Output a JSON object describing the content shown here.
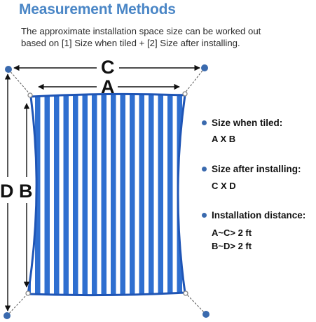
{
  "header": {
    "title": "Measurement Methods",
    "desc_line1": "The approximate installation space size can be worked out",
    "desc_line2": "based on [1] Size when tiled + [2] Size after installing."
  },
  "diagram": {
    "label_c": "C",
    "label_a": "A",
    "label_d": "D",
    "label_b": "B"
  },
  "info": {
    "tiled_heading": "Size when tiled:",
    "tiled_value": "A X B",
    "installed_heading": "Size after installing:",
    "installed_value": "C X D",
    "distance_heading": "Installation distance:",
    "distance_line1": "A~C> 2 ft",
    "distance_line2": "B~D> 2 ft"
  },
  "colors": {
    "title": "#4a86c6",
    "stripe_blue": "#2f6fd0",
    "corner_dot": "#3a6aae"
  }
}
